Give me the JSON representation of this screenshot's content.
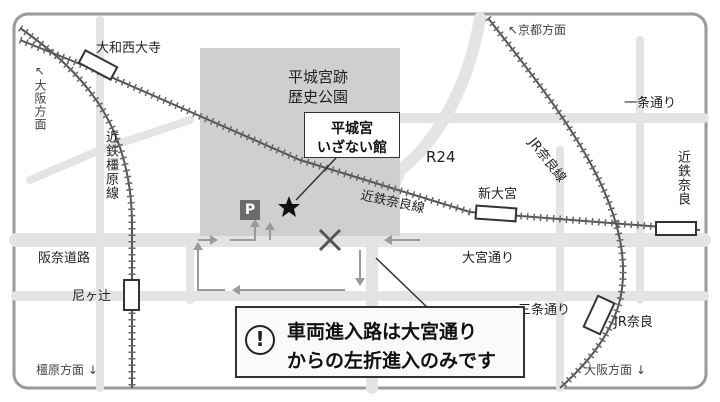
{
  "map": {
    "park_name": "平城宮跡\n歴史公園",
    "park_line1": "平城宮跡",
    "park_line2": "歴史公園",
    "museum_line1": "平城宮",
    "museum_line2": "いざない館",
    "route_label": "R24",
    "parking_icon": "P",
    "star_icon": "★",
    "no_entry_icon": "✕",
    "stations": {
      "yamato_saidaiji": "大和西大寺",
      "shin_omiya": "新大宮",
      "amagatsuji": "尼ヶ辻",
      "jr_nara": "JR奈良"
    },
    "lines": {
      "kintetsu_nara": "近鉄奈良線",
      "kintetsu_kashihara": "近鉄橿原線",
      "jr_nara_line": "JR奈良線",
      "kintetsu_nara_right": "近鉄奈良"
    },
    "roads": {
      "hanna": "阪奈道路",
      "omiya": "大宮通り",
      "ichijo": "一条通り",
      "sanjo": "三条通り"
    },
    "directions": {
      "kyoto": "↖京都方面",
      "osaka_top": "↖大阪方面",
      "kashihara": "橿原方面 ↓",
      "osaka_bottom": "大阪方面 ↓"
    },
    "notice": {
      "icon": "!",
      "line1": "車両進入路は大宮通り",
      "line2": "からの左折進入のみです"
    },
    "colors": {
      "background": "#ffffff",
      "road": "#e6e6e6",
      "park": "#cfcfcf",
      "rail": "#555555",
      "arrow": "#9a9a9a",
      "border": "#999999"
    }
  }
}
